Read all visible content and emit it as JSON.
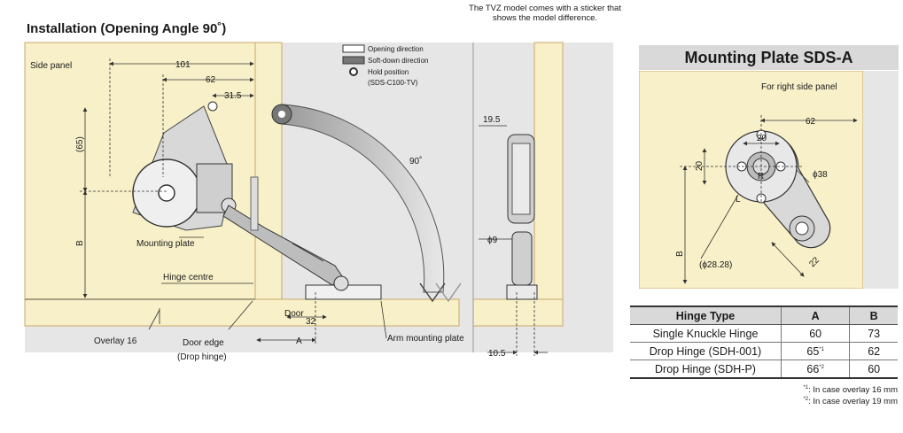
{
  "title": "Installation (Opening Angle 90˚)",
  "top_note": "The TVZ model comes with a sticker that shows the model difference.",
  "legend": {
    "opening_direction": "Opening direction",
    "soft_down_direction": "Soft-down direction",
    "hold_position": "Hold position",
    "hold_position_model": "(SDS-C100-TV)"
  },
  "installation": {
    "side_panel": "Side panel",
    "dim_101": "101",
    "dim_62": "62",
    "dim_31_5": "31.5",
    "dim_65": "(65)",
    "dim_b": "B",
    "mounting_plate": "Mounting plate",
    "hinge_centre": "Hinge centre",
    "angle": "90˚",
    "door": "Door",
    "dim_32": "32",
    "overlay": "Overlay 16",
    "door_edge": "Door edge",
    "drop_hinge": "(Drop hinge)",
    "dim_a": "A",
    "arm_mounting_plate": "Arm mounting plate",
    "dim_19_5": "19.5",
    "dim_phi9": "ϕ9",
    "dim_10_5": "10.5"
  },
  "mounting_plate": {
    "title": "Mounting Plate SDS-A",
    "subtitle": "For right side panel",
    "dim_62": "62",
    "dim_20_h": "20",
    "dim_20_v": "20",
    "dim_phi38": "ϕ38",
    "dim_b": "B",
    "dim_28": "(ϕ28.28)",
    "dim_22": "22",
    "mark_r": "R",
    "mark_l": "L"
  },
  "hinge_table": {
    "headers": [
      "Hinge Type",
      "A",
      "B"
    ],
    "rows": [
      {
        "type": "Single Knuckle Hinge",
        "a": "60",
        "a_note": "",
        "b": "73"
      },
      {
        "type": "Drop Hinge (SDH-001)",
        "a": "65",
        "a_note": "*1",
        "b": "62"
      },
      {
        "type": "Drop Hinge (SDH-P)",
        "a": "66",
        "a_note": "*2",
        "b": "60"
      }
    ]
  },
  "footnotes": {
    "note1_mark": "*1",
    "note1": ": In case overlay 16 mm",
    "note2_mark": "*2",
    "note2": ": In case overlay 19 mm"
  },
  "colors": {
    "wood": "#f7f0c8",
    "wood_edge": "#c9a96a",
    "gray_panel": "#e6e6e6",
    "metal": "#a6a6a6",
    "dark_metal": "#555555"
  }
}
